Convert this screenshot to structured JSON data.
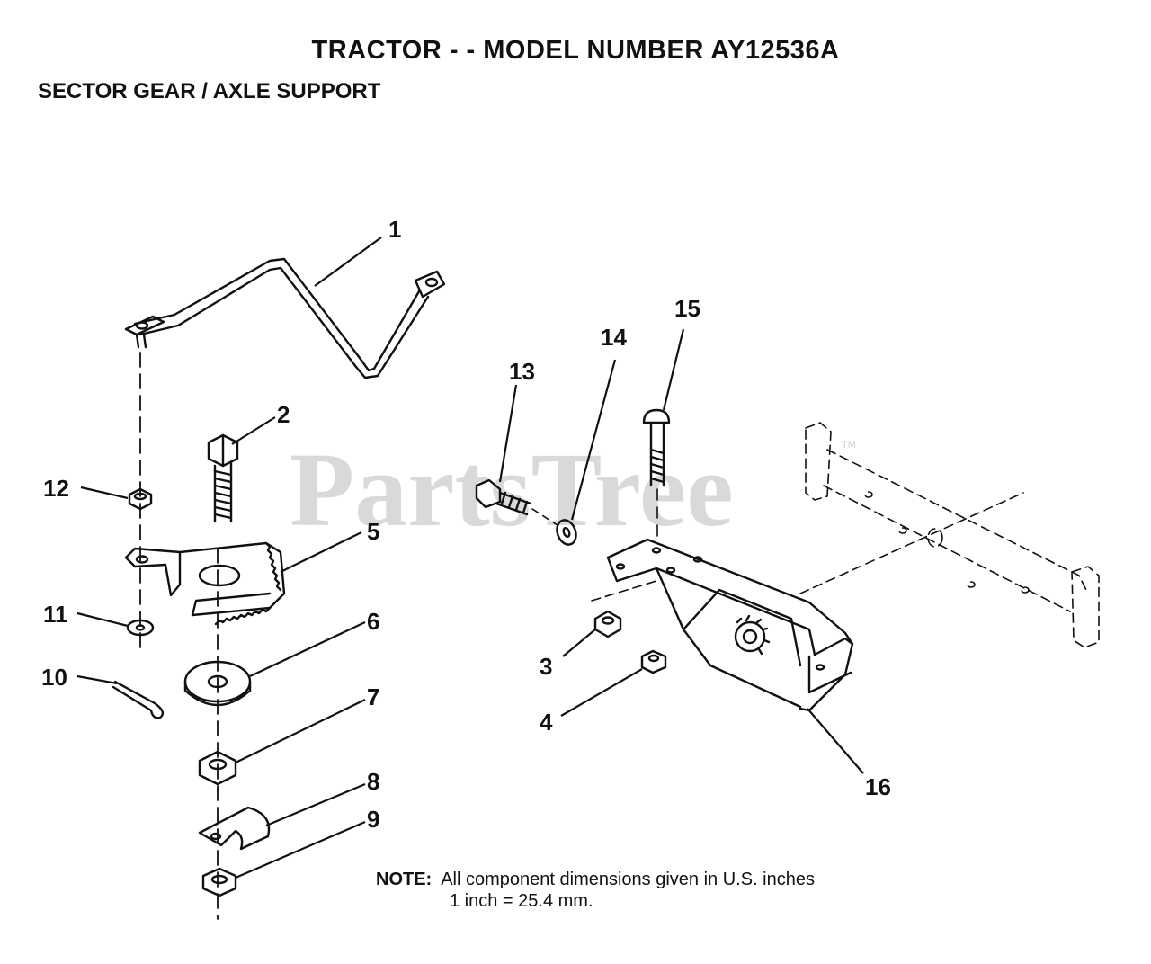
{
  "header": {
    "title": "TRACTOR - - MODEL NUMBER  AY12536A",
    "subtitle": "SECTOR GEAR / AXLE SUPPORT"
  },
  "watermark": {
    "text": "PartsTree",
    "mark": "TM"
  },
  "callouts": {
    "c1": "1",
    "c2": "2",
    "c3": "3",
    "c4": "4",
    "c5": "5",
    "c6": "6",
    "c7": "7",
    "c8": "8",
    "c9": "9",
    "c10": "10",
    "c11": "11",
    "c12": "12",
    "c13": "13",
    "c14": "14",
    "c15": "15",
    "c16": "16"
  },
  "note": {
    "label": "NOTE:",
    "line1": "All component dimensions given in U.S. inches",
    "line2": "1 inch = 25.4 mm."
  },
  "colors": {
    "ink": "#111111",
    "watermark": "#d9d9d9",
    "background": "#ffffff"
  }
}
